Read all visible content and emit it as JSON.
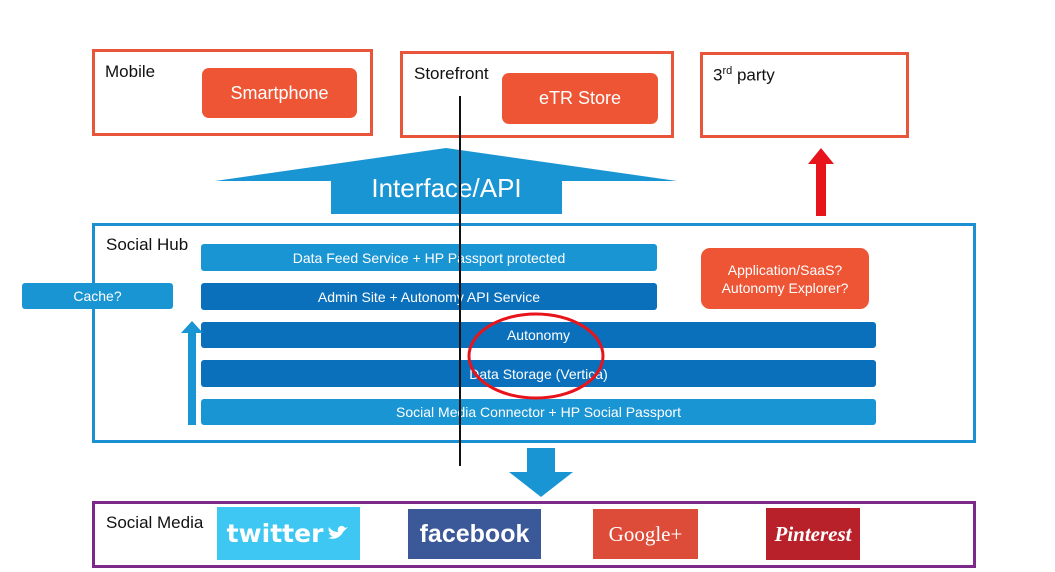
{
  "top": {
    "mobile": {
      "label": "Mobile",
      "button": "Smartphone"
    },
    "storefront": {
      "label": "Storefront",
      "button": "eTR Store"
    },
    "third_party": {
      "label_prefix": "3",
      "label_sup": "rd",
      "label_suffix": " party"
    }
  },
  "interface_api": "Interface/API",
  "social_hub": {
    "label": "Social Hub",
    "bars": [
      "Data Feed Service + HP Passport protected",
      "Admin Site + Autonomy API Service",
      "Autonomy",
      "Data Storage (Vertica)",
      "Social Media Connector + HP Social Passport"
    ],
    "cache": "Cache?",
    "app_box": [
      "Application/SaaS?",
      "Autonomy Explorer?"
    ]
  },
  "social_media": {
    "label": "Social Media",
    "logos": [
      "twitter",
      "facebook",
      "Google+",
      "Pinterest"
    ],
    "logo_colors": [
      "#3ec7f3",
      "#3b5998",
      "#dd4b39",
      "#b8202a"
    ]
  },
  "colors": {
    "orange": "#ee5535",
    "blue": "#1a95d4",
    "dark_blue": "#0a70bb",
    "purple": "#7b2a8a",
    "red_arrow": "#e8141c"
  }
}
